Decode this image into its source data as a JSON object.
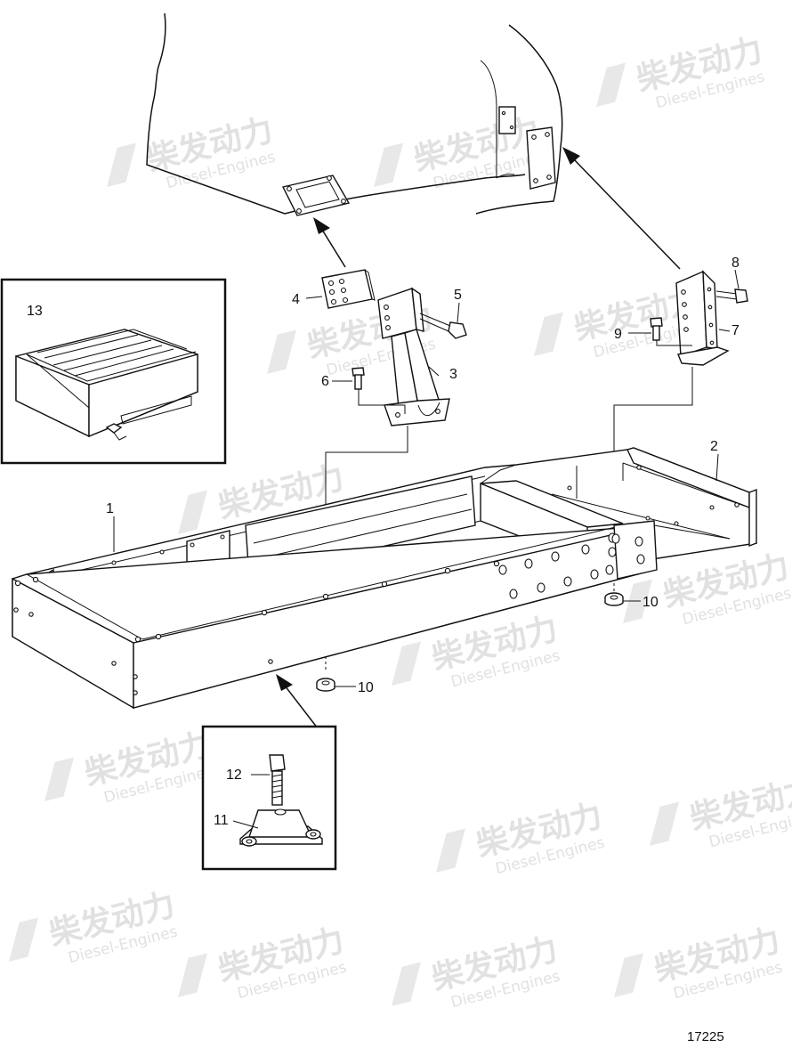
{
  "watermark": {
    "brand": "柴发动力",
    "sub": "Diesel-Engines"
  },
  "labels": {
    "p1": "1",
    "p2": "2",
    "p3": "3",
    "p4": "4",
    "p5": "5",
    "p6": "6",
    "p7": "7",
    "p8": "8",
    "p9": "9",
    "p10a": "10",
    "p10b": "10",
    "p11": "11",
    "p12": "12",
    "p13": "13"
  },
  "reference_number": "17225"
}
